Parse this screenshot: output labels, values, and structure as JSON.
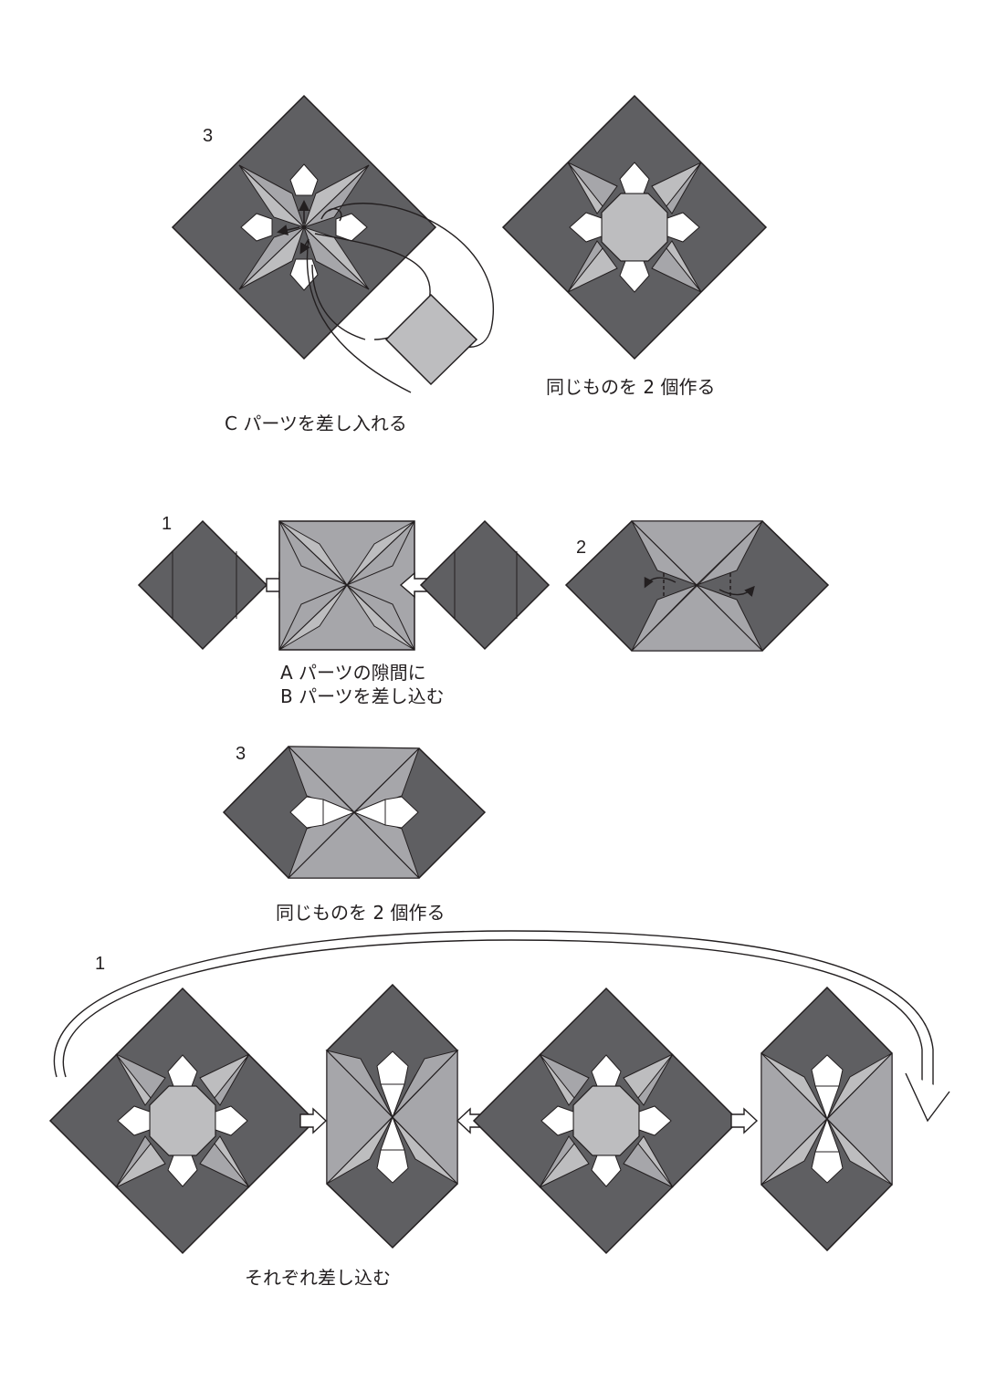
{
  "colors": {
    "dark": "#5f5f62",
    "mid": "#a6a6aa",
    "light": "#bdbdbf",
    "line": "#231f20",
    "white": "#ffffff"
  },
  "labels": {
    "s1_step": "3",
    "s1_caption_insert": "C パーツを差し入れる",
    "s1_caption_make2": "同じものを 2 個作る",
    "s2_step1": "1",
    "s2_step2": "2",
    "s2_caption_line1": "A パーツの隙間に",
    "s2_caption_line2": "B パーツを差し込む",
    "s3_step": "3",
    "s3_caption": "同じものを 2 個作る",
    "s4_step": "1",
    "s4_caption": "それぞれ差し込む"
  }
}
